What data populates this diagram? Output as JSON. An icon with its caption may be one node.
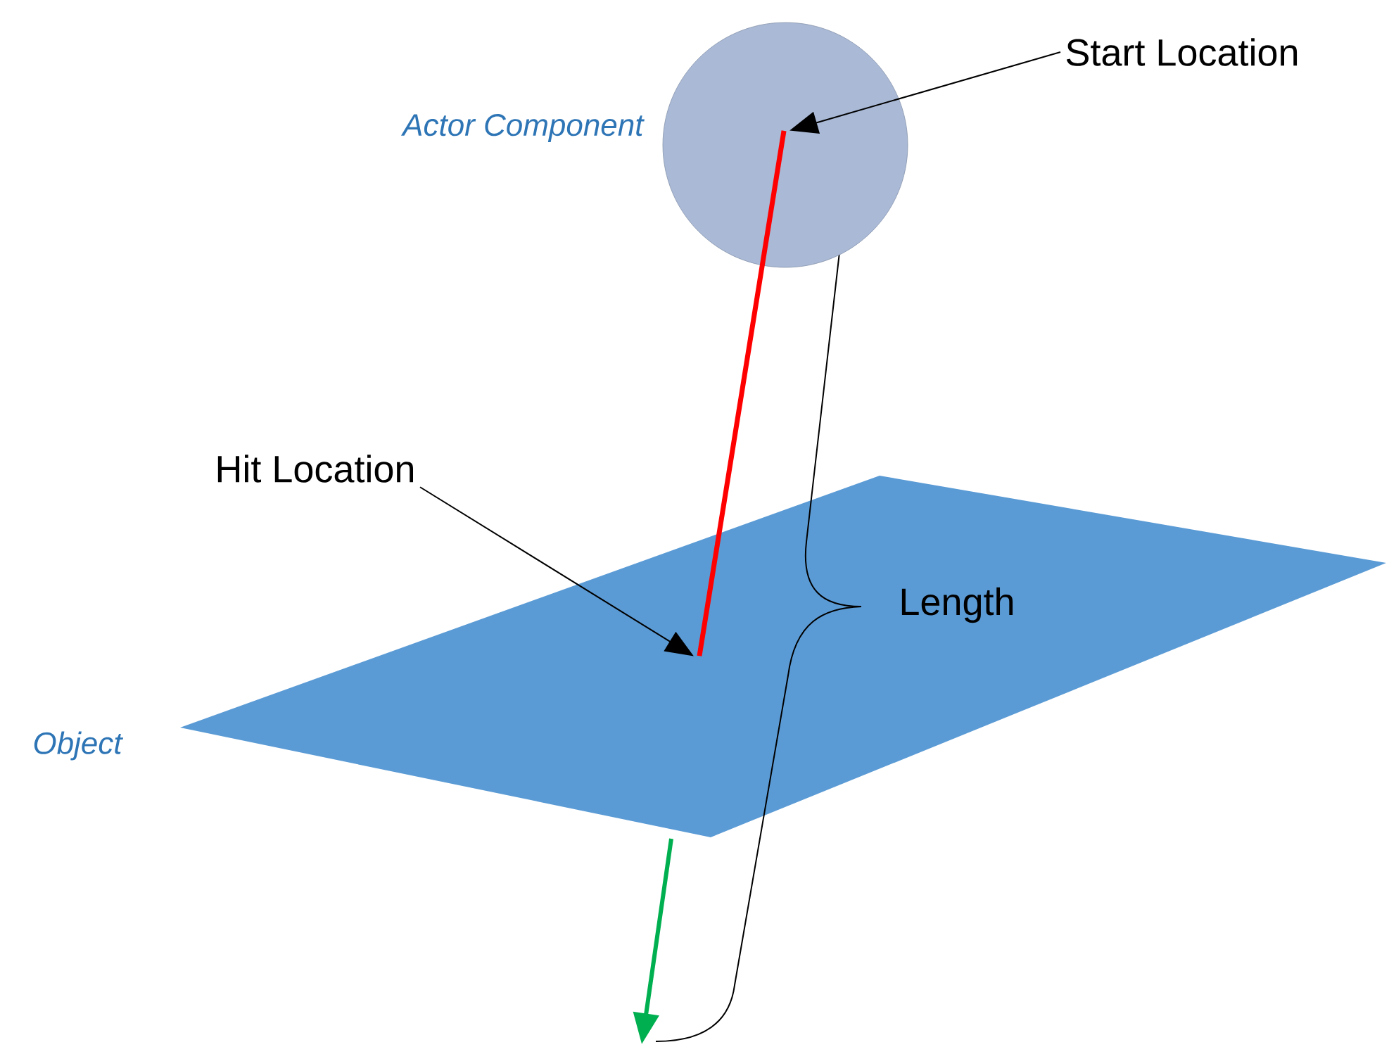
{
  "diagram": {
    "nodes": [
      {
        "text": [
          "Actor Component"
        ]
      },
      {
        "text": [
          "Start Location"
        ]
      },
      {
        "text": [
          "Hit Location"
        ]
      },
      {
        "text": [
          "Object"
        ]
      },
      {
        "text": [],
        "shape": "line"
      }
    ],
    "edges": [
      {
        "from": 1,
        "to": 4,
        "arrow": "to"
      },
      {
        "from": 2,
        "to": 4,
        "arrow": "to"
      }
    ],
    "labels": [
      "Length"
    ]
  }
}
